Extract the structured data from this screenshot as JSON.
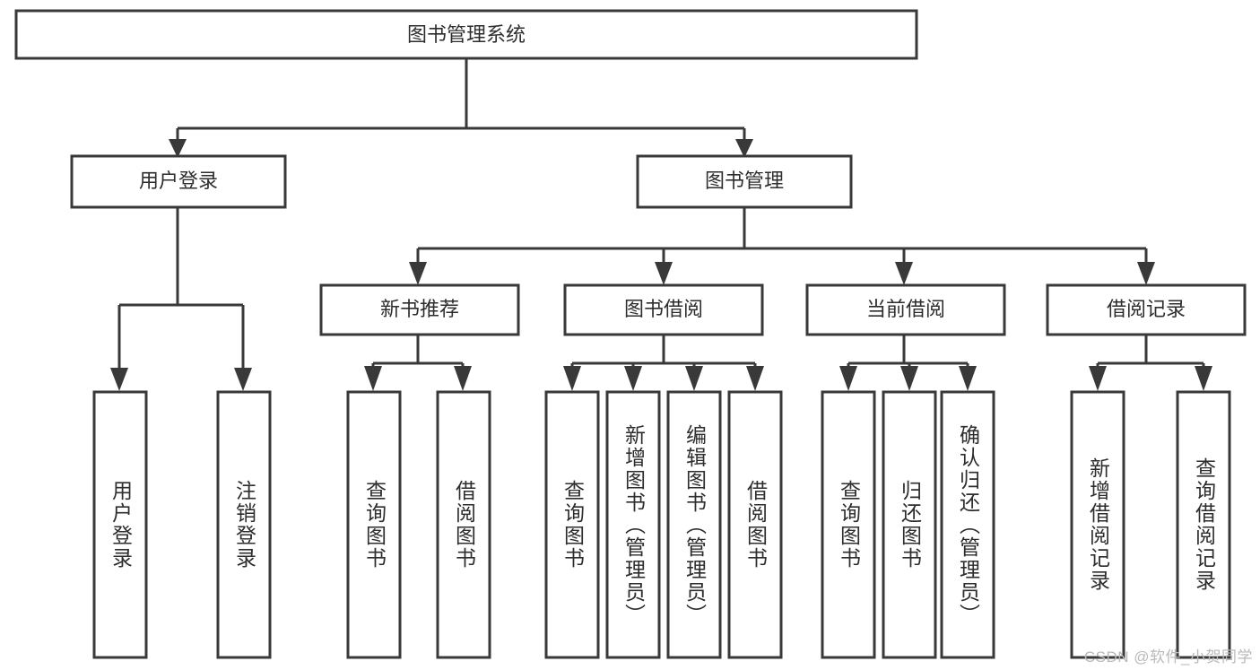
{
  "diagram": {
    "type": "tree-hierarchy-chart",
    "title_node": {
      "id": "root",
      "label": "图书管理系统"
    },
    "level2": [
      {
        "id": "user-login",
        "label": "用户登录"
      },
      {
        "id": "book-manage",
        "label": "图书管理"
      }
    ],
    "level3": [
      {
        "id": "new-book-rec",
        "label": "新书推荐"
      },
      {
        "id": "book-borrow",
        "label": "图书借阅"
      },
      {
        "id": "current-borrow",
        "label": "当前借阅"
      },
      {
        "id": "borrow-record",
        "label": "借阅记录"
      }
    ],
    "leaves": [
      {
        "id": "leaf-user-login",
        "label": "用户登录",
        "parent": "user-login"
      },
      {
        "id": "leaf-user-logout",
        "label": "注销登录",
        "parent": "user-login"
      },
      {
        "id": "leaf-query-book-1",
        "label": "查询图书",
        "parent": "new-book-rec"
      },
      {
        "id": "leaf-borrow-book-1",
        "label": "借阅图书",
        "parent": "new-book-rec"
      },
      {
        "id": "leaf-query-book-2",
        "label": "查询图书",
        "parent": "book-borrow"
      },
      {
        "id": "leaf-add-book",
        "label": "新增图书（管理员）",
        "parent": "book-borrow"
      },
      {
        "id": "leaf-edit-book",
        "label": "编辑图书（管理员）",
        "parent": "book-borrow"
      },
      {
        "id": "leaf-borrow-book-2",
        "label": "借阅图书",
        "parent": "book-borrow"
      },
      {
        "id": "leaf-query-book-3",
        "label": "查询图书",
        "parent": "current-borrow"
      },
      {
        "id": "leaf-return-book",
        "label": "归还图书",
        "parent": "current-borrow"
      },
      {
        "id": "leaf-confirm-return",
        "label": "确认归还（管理员）",
        "parent": "current-borrow"
      },
      {
        "id": "leaf-add-record",
        "label": "新增借阅记录",
        "parent": "borrow-record"
      },
      {
        "id": "leaf-query-record",
        "label": "查询借阅记录",
        "parent": "borrow-record"
      }
    ],
    "colors": {
      "stroke": "#393939",
      "box_fill": "#ffffff",
      "text": "#2d2d2d",
      "background": "#ffffff",
      "watermark": "#b9b9b9"
    }
  },
  "watermark": {
    "text": "CSDN @软件_小贺同学"
  }
}
